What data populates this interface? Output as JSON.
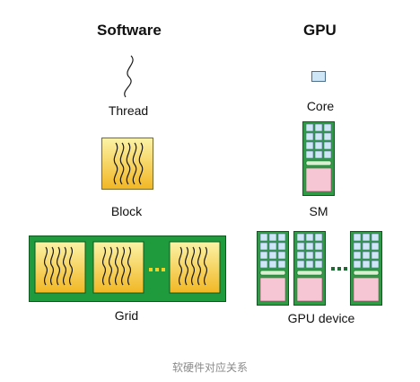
{
  "software": {
    "heading": "Software",
    "thread_label": "Thread",
    "block_label": "Block",
    "grid_label": "Grid"
  },
  "gpu": {
    "heading": "GPU",
    "core_label": "Core",
    "sm_label": "SM",
    "device_label": "GPU device"
  },
  "caption": "软硬件对应关系",
  "colors": {
    "block_top": "#fbf3a6",
    "block_bottom": "#f2b724",
    "grid_green": "#1f9a3c",
    "sm_green": "#2f9b45",
    "core_blue": "#cfe6f7",
    "sm_pink": "#f7c6d4"
  }
}
